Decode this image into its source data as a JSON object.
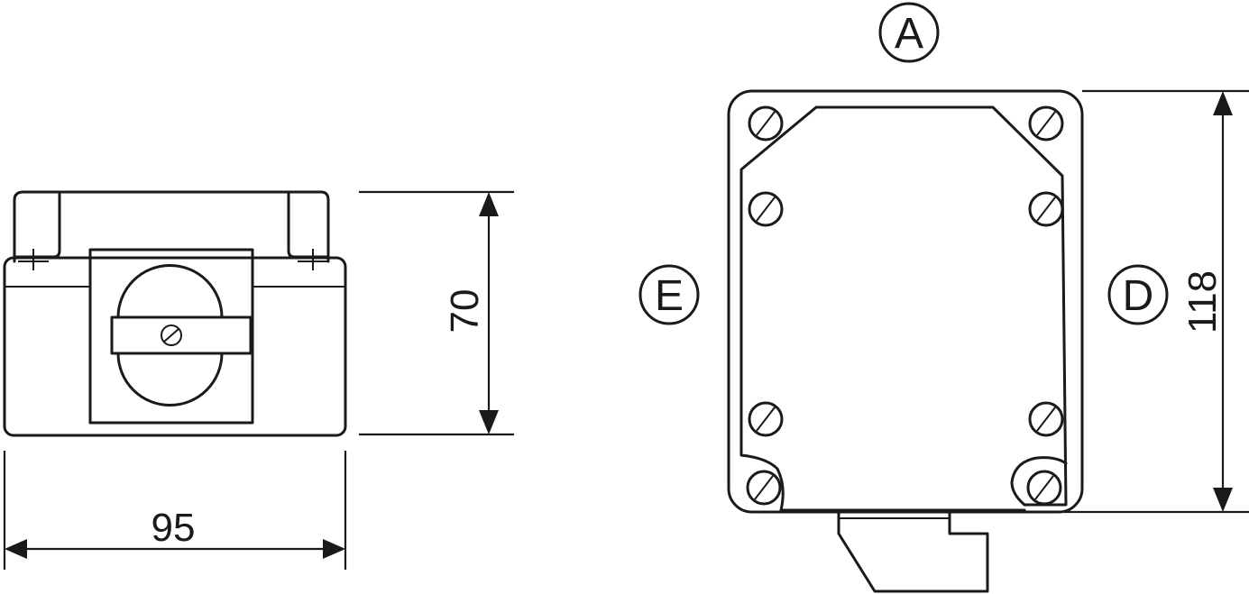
{
  "dimensions": {
    "width": "95",
    "height_front": "70",
    "height_top": "118"
  },
  "side_labels": {
    "a": "A",
    "d": "D",
    "e": "E"
  }
}
